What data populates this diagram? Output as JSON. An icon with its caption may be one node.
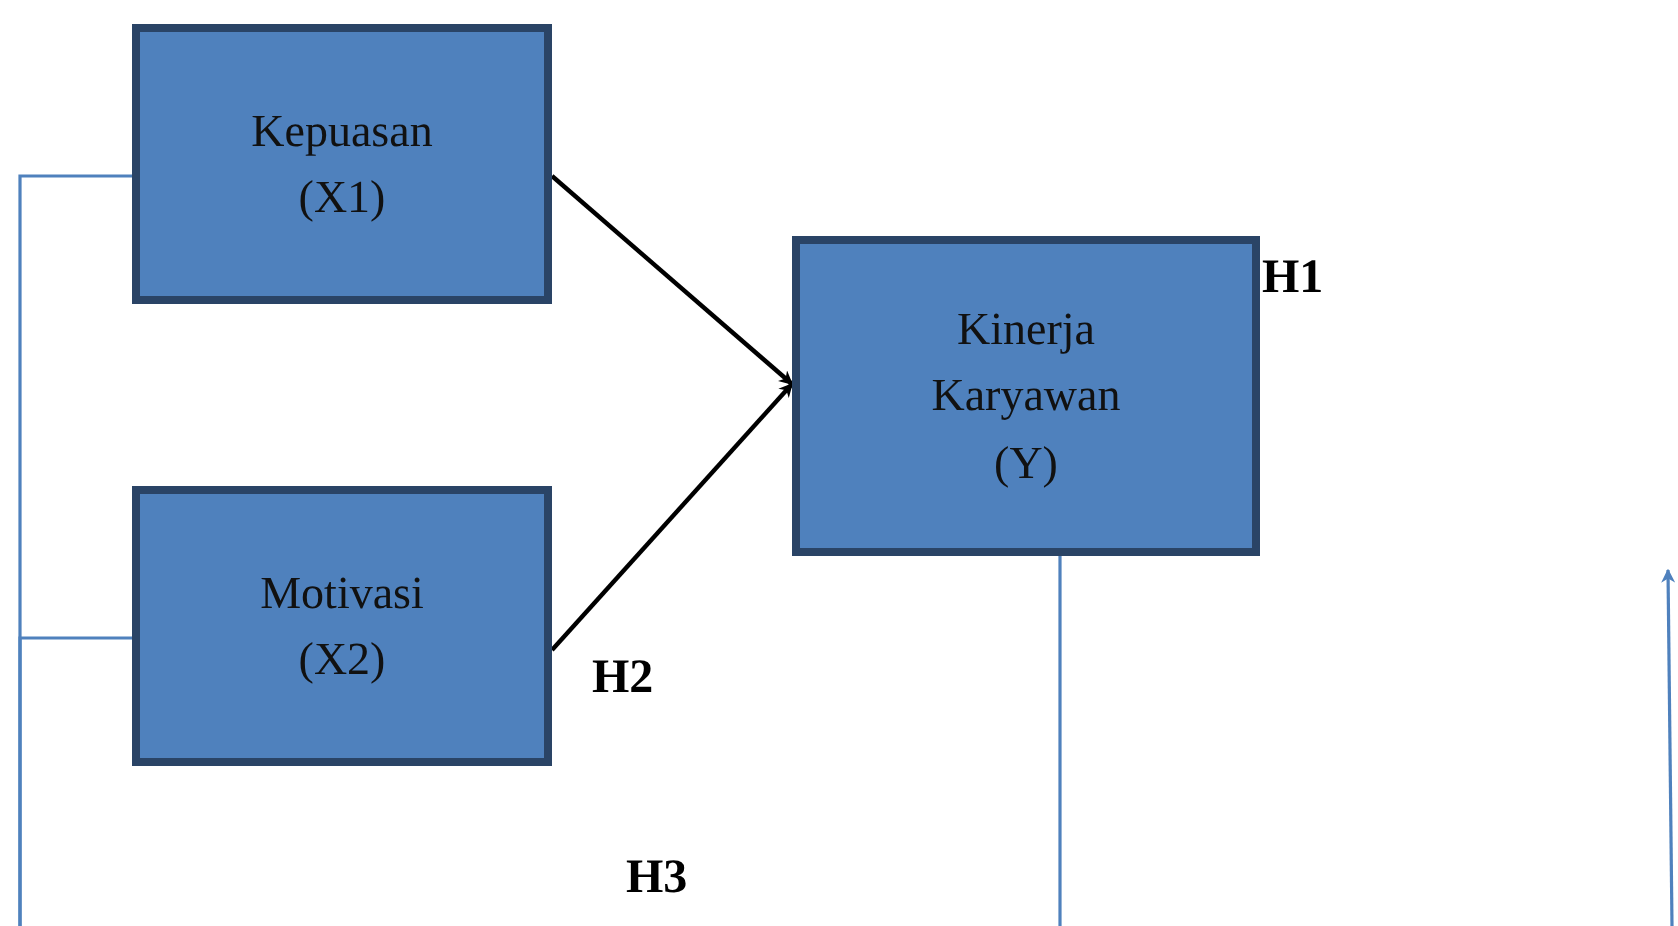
{
  "diagram": {
    "nodes": [
      {
        "text": [
          "Kepuasan (X1)"
        ]
      },
      {
        "text": [
          "Motivasi (X2)"
        ]
      },
      {
        "text": [
          "Kinerja Karyawan (Y)"
        ]
      }
    ],
    "edges": [
      {
        "from": 0,
        "to": 2,
        "arrow": "to",
        "color": "#000000"
      },
      {
        "from": 1,
        "to": 2,
        "arrow": "to",
        "color": "#000000"
      },
      {
        "from": 0,
        "to": null,
        "arrow": "none"
      },
      {
        "from": 1,
        "to": null,
        "arrow": "none"
      },
      {
        "from": 2,
        "to": null,
        "arrow": "none"
      }
    ],
    "labels": [
      "H1",
      "H2",
      "H3"
    ]
  }
}
